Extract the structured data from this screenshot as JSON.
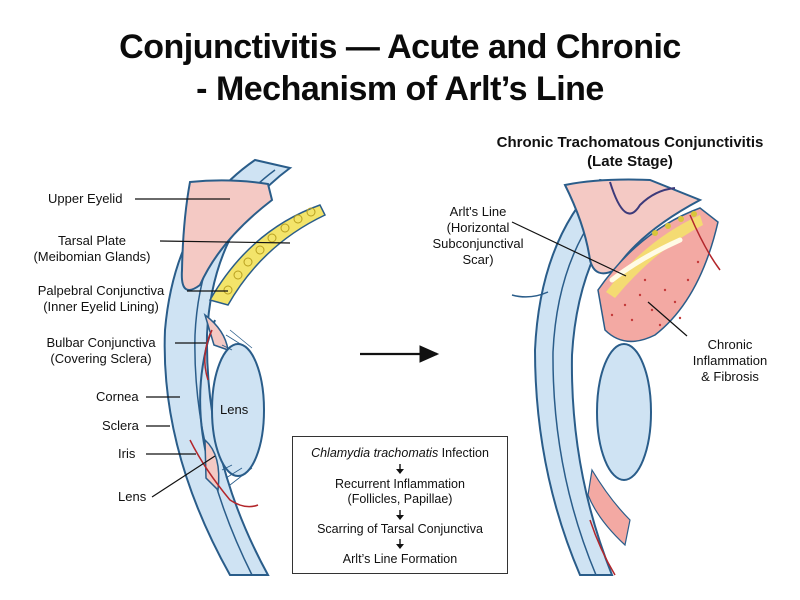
{
  "title": {
    "line1": "Conjunctivitis — Acute and Chronic",
    "line2": "- Mechanism of Arlt’s Line"
  },
  "right_panel": {
    "title_line1": "Chronic Trachomatous Conjunctivitis",
    "title_line2": "(Late Stage)",
    "labels": {
      "arlt_l1": "Arlt's Line",
      "arlt_l2": "(Horizontal",
      "arlt_l3": "Subconjunctival",
      "arlt_l4": "Scar)",
      "chronic_l1": "Chronic",
      "chronic_l2": "Inflammation",
      "chronic_l3": "& Fibrosis"
    }
  },
  "left_panel": {
    "labels": {
      "upper_eyelid": "Upper Eyelid",
      "tarsal_l1": "Tarsal Plate",
      "tarsal_l2": "(Meibomian Glands)",
      "palpebral_l1": "Palpebral Conjunctiva",
      "palpebral_l2": "(Inner Eyelid Lining)",
      "bulbar_l1": "Bulbar Conjunctiva",
      "bulbar_l2": "(Covering Sclera)",
      "cornea": "Cornea",
      "sclera": "Sclera",
      "iris": "Iris",
      "lens_outer": "Lens",
      "lens_inner": "Lens"
    }
  },
  "flowchart": {
    "step1_italic": "Chlamydia trachomatis",
    "step1_rest": " Infection",
    "step2_l1": "Recurrent Inflammation",
    "step2_l2": "(Follicles, Papillae)",
    "step3": "Scarring of Tarsal Conjunctiva",
    "step4": "Arlt’s Line Formation"
  },
  "colors": {
    "eyelid_skin": "#f4c9c4",
    "conjunctiva_blue": "#bcd8ee",
    "outline_blue": "#2a5d8a",
    "gland_yellow": "#f3e46a",
    "inflammation_red": "#e86a6a",
    "vessel_red": "#b3262b"
  }
}
